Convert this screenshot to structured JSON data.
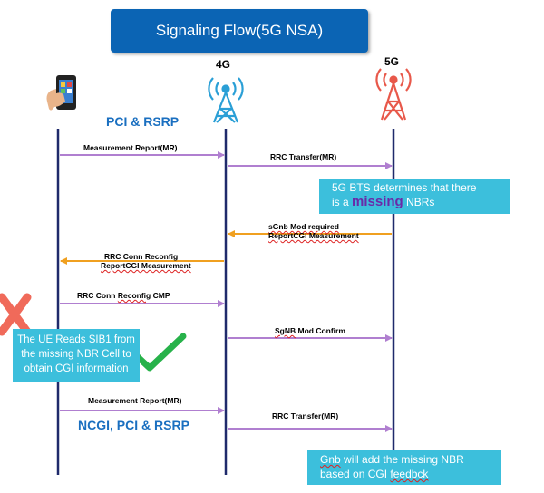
{
  "title": "Signaling Flow(5G NSA)",
  "nodes": {
    "lte": "4G",
    "nr": "5G"
  },
  "headings": {
    "pci_rsrp": "PCI & RSRP",
    "ncgi": "NCGI, PCI & RSRP"
  },
  "messages": {
    "m1": "Measurement Report(MR)",
    "m2": "RRC Transfer(MR)",
    "m3a": "sGnb Mod required",
    "m3b": "ReportCGI Measurement",
    "m4a": "RRC Conn Reconfig",
    "m4b": "ReportCGI Measurement",
    "m5a": "RRC Conn ",
    "m5b": "Reconfig",
    "m5c": " CMP",
    "m6a": "SgNB",
    "m6b": " Mod Confirm",
    "m7": "Measurement Report(MR)",
    "m8": "RRC Transfer(MR)"
  },
  "notes": {
    "n1a": "5G BTS determines that there",
    "n1b": "is a ",
    "n1c": "missing",
    "n1d": " NBRs",
    "n2a": "The UE Reads SIB1 from",
    "n2b": "the missing NBR Cell to",
    "n2c": "obtain CGI information",
    "n3a": "Gnb",
    "n3b": " will add the missing NBR",
    "n3c": "based on CGI ",
    "n3d": "feedbck"
  },
  "colors": {
    "lifeline": "#1f2a6b",
    "arrow_purple": "#b07fd0",
    "arrow_orange": "#f0a020",
    "tower_4g": "#2a9fd6",
    "tower_5g": "#e8584a",
    "note_bg": "#3cbfdc",
    "banner": "#0b64b4",
    "cross": "#f06a5a",
    "check": "#27b24a"
  },
  "icons": [
    "phone-icon",
    "tower-4g-icon",
    "tower-5g-icon",
    "cross-icon",
    "checkmark-icon"
  ]
}
